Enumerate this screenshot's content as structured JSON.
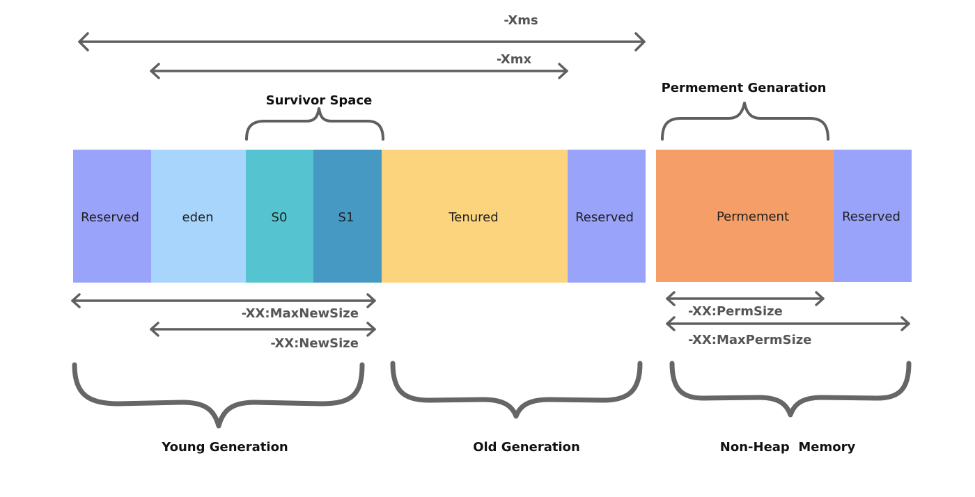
{
  "colors": {
    "reserved": "#9aa3fa",
    "eden": "#a7d5fb",
    "s0": "#55c4d0",
    "s1": "#4599c3",
    "tenured": "#fcd47e",
    "permanent": "#f59e67",
    "line": "#5f5f5f"
  },
  "segments": {
    "reserved_heap_left": "Reserved",
    "eden": "eden",
    "s0": "S0",
    "s1": "S1",
    "tenured": "Tenured",
    "reserved_old": "Reserved",
    "permanent": "Permement",
    "reserved_perm": "Reserved"
  },
  "dimensions": {
    "xms": "-Xms",
    "xmx": "-Xmx",
    "max_new_size": "-XX:MaxNewSize",
    "new_size": "-XX:NewSize",
    "perm_size": "-XX:PermSize",
    "max_perm_size": "-XX:MaxPermSize"
  },
  "groups": {
    "survivor_space": "Survivor Space",
    "permanent_generation": "Permement Genaration",
    "young_generation": "Young Generation",
    "old_generation": "Old Generation",
    "non_heap_memory": "Non-Heap  Memory"
  }
}
